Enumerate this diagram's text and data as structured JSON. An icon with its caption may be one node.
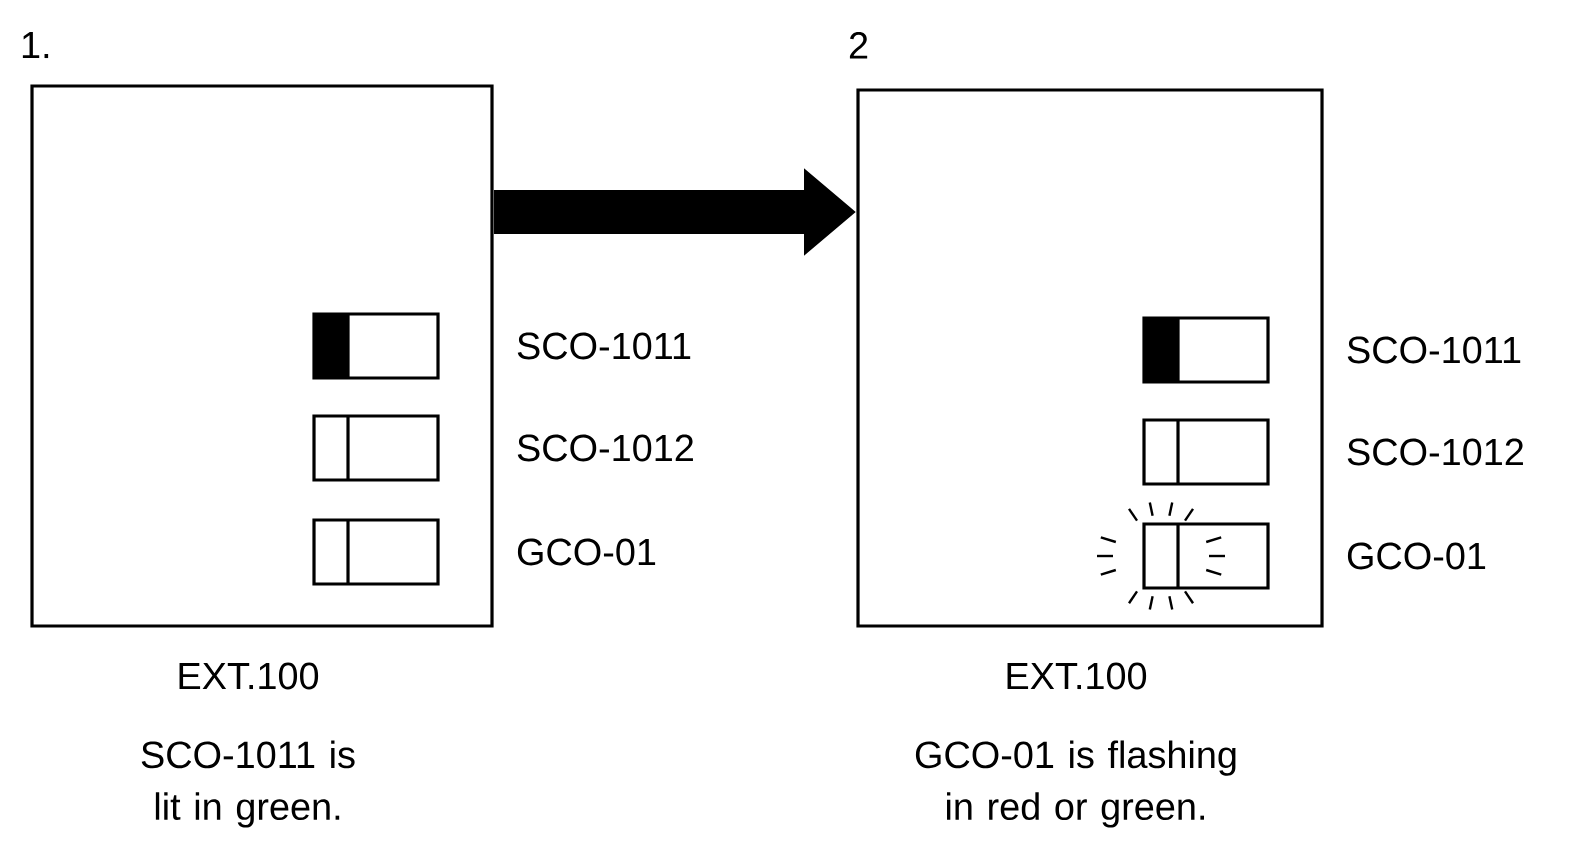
{
  "diagram": {
    "nodes": [
      {
        "text": [
          "1.",
          "EXT.100"
        ]
      },
      {
        "text": [],
        "shape": "box",
        "in": 0,
        "beside": [
          "SCO-1011"
        ]
      },
      {
        "text": [],
        "shape": "box",
        "in": 0,
        "beside": [
          "SCO-1012"
        ]
      },
      {
        "text": [],
        "shape": "box",
        "in": 0,
        "beside": [
          "GCO-01"
        ]
      },
      {
        "text": [
          "2",
          "EXT.100"
        ]
      },
      {
        "text": [],
        "shape": "box",
        "in": 4,
        "beside": [
          "SCO-1011"
        ]
      },
      {
        "text": [],
        "shape": "box",
        "in": 4,
        "beside": [
          "SCO-1012"
        ]
      },
      {
        "text": [],
        "shape": "box",
        "in": 4,
        "beside": [
          "GCO-01"
        ]
      }
    ],
    "edges": [
      {
        "from": 0,
        "to": 4,
        "arrow": "to"
      }
    ],
    "labels": [
      "SCO-1011 is lit in green.",
      "GCO-01 is flashing in red or green."
    ]
  }
}
